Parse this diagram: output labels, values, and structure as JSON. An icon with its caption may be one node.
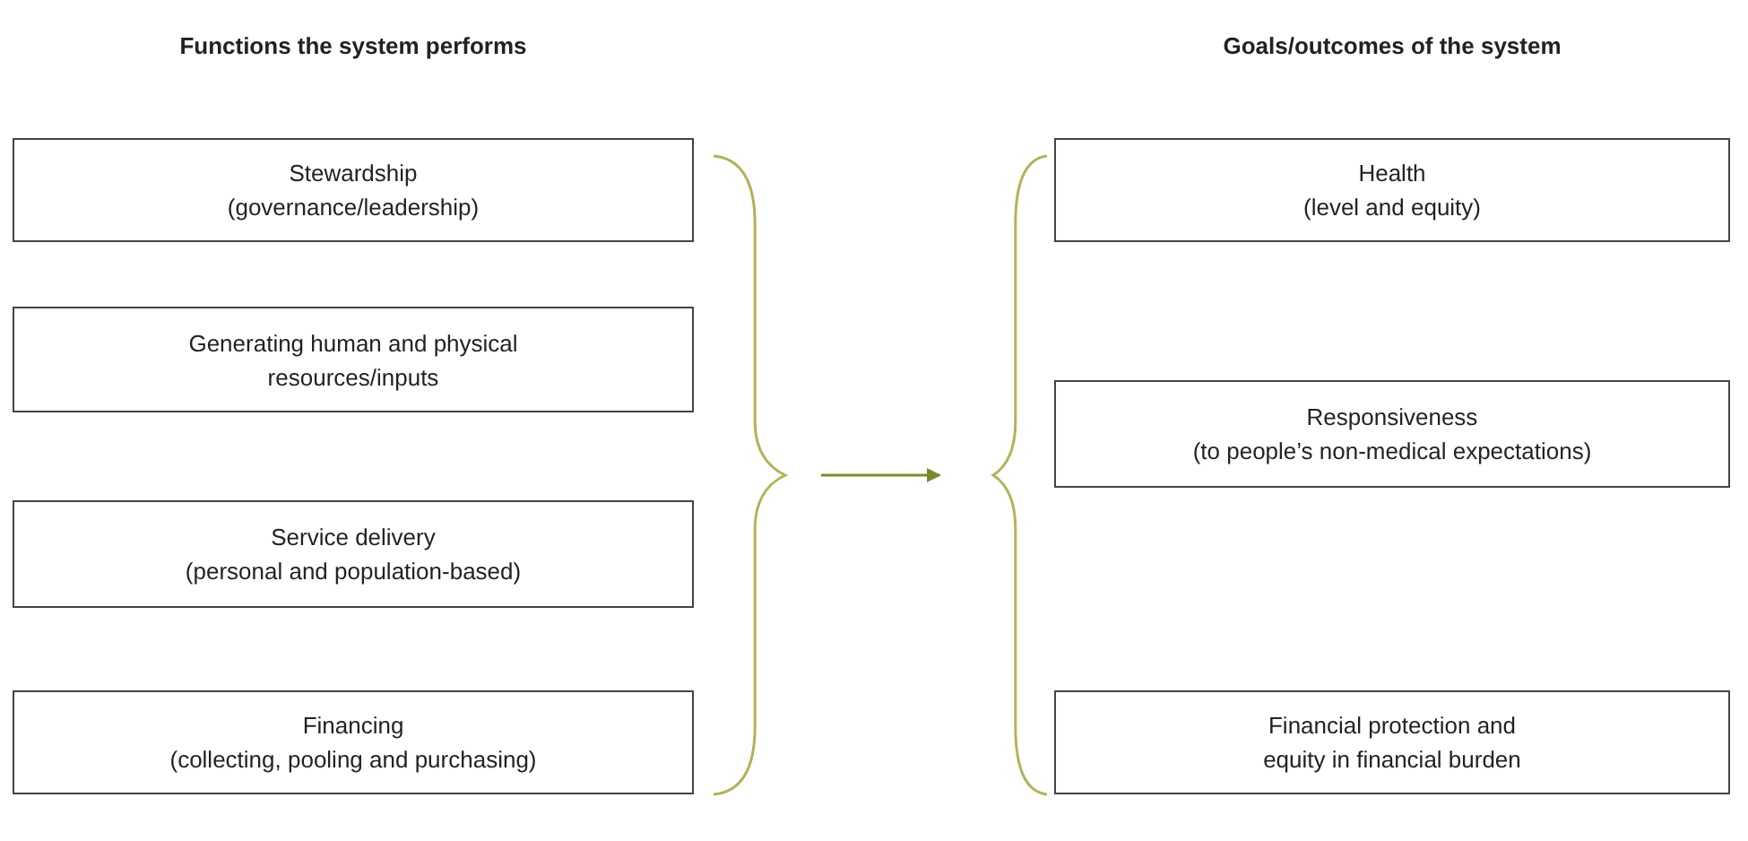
{
  "diagram": {
    "nodes": [
      {
        "text": [
          "Stewardship",
          "(governance/leadership)"
        ]
      },
      {
        "text": [
          "Generating human and physical resources/inputs"
        ]
      },
      {
        "text": [
          "Service delivery",
          "(personal and population-based)"
        ]
      },
      {
        "text": [
          "Financing",
          "(collecting, pooling and purchasing)"
        ]
      },
      {
        "text": [],
        "shape": "brace"
      },
      {
        "text": [],
        "shape": "brace"
      },
      {
        "text": [
          "Health",
          "(level and equity)"
        ]
      },
      {
        "text": [
          "Responsiveness",
          "(to people’s non-medical expectations)"
        ]
      },
      {
        "text": [
          "Financial protection and equity in financial burden"
        ]
      }
    ],
    "edges": [
      {
        "from": 4,
        "to": 5,
        "arrow": "to",
        "color": "#7a8a2a"
      }
    ],
    "labels": [
      "Functions the system performs",
      "Goals/outcomes of the system"
    ]
  }
}
